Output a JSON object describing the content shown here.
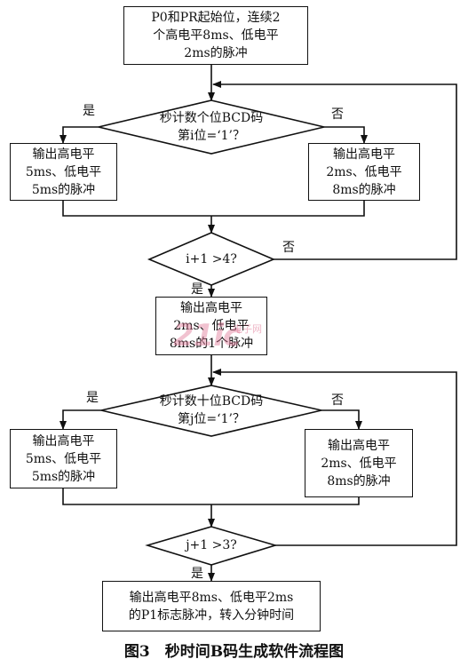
{
  "flowchart": {
    "start": "P0和PR起始位，连续2\n个高电平8ms、低电平\n2ms的脉冲",
    "decision_units": "秒计数个位BCD码\n第i位=‘1’？",
    "units_yes_out": "输出高电平\n5ms、低电平\n5ms的脉冲",
    "units_no_out": "输出高电平\n2ms、低电平\n8ms的脉冲",
    "loop_i": "i+1 >4?",
    "mid_out": "输出高电平\n2ms、低电平\n8ms的1个脉冲",
    "decision_tens": "秒计数十位BCD码\n第j位=‘1’？",
    "tens_yes_out": "输出高电平\n5ms、低电平\n5ms的脉冲",
    "tens_no_out": "输出高电平\n2ms、低电平\n8ms的脉冲",
    "loop_j": "j+1 >3?",
    "end": "输出高电平8ms、低电平2ms\n的P1标志脉冲，转入分钟时间"
  },
  "labels": {
    "yes": "是",
    "no": "否"
  },
  "watermark": {
    "logo": "21ic",
    "sub": "电子网"
  },
  "caption": "图3　秒时间B码生成软件流程图"
}
